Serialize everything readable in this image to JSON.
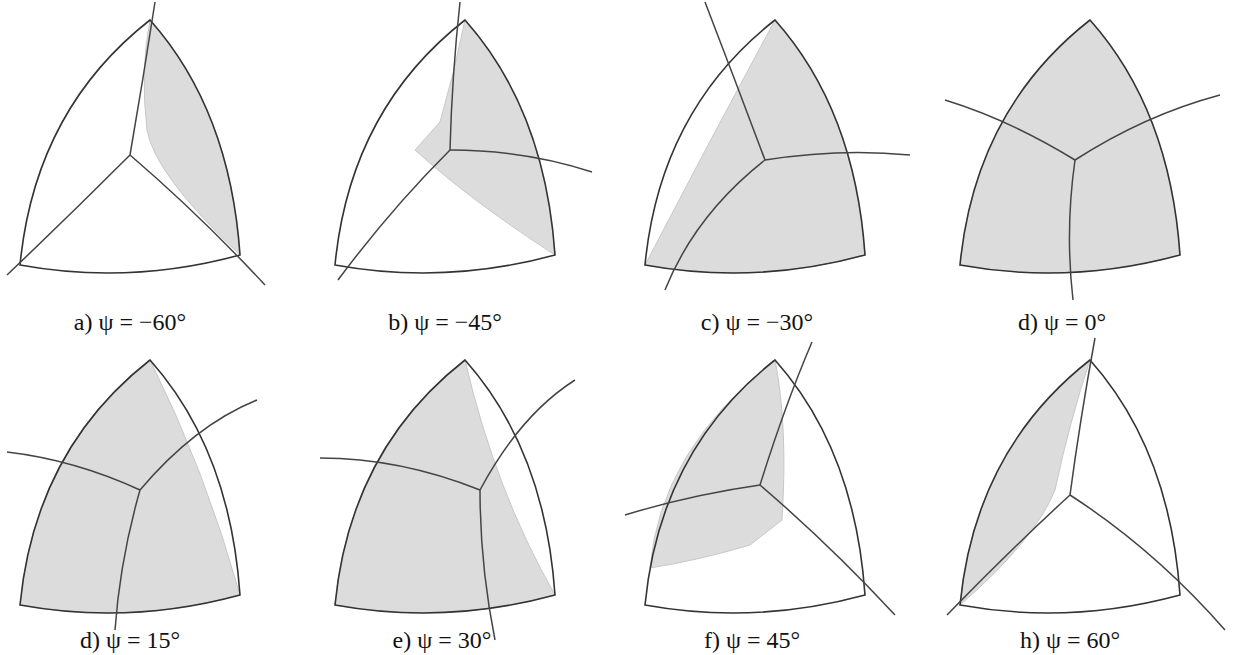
{
  "diagram": {
    "labels": [
      "a) ψ = −60°",
      "b) ψ = −45°",
      "c) ψ = −30°",
      "d) ψ = 0°",
      "d) ψ = 15°",
      "e) ψ = 30°",
      "f) ψ = 45°",
      "h) ψ = 60°"
    ]
  }
}
